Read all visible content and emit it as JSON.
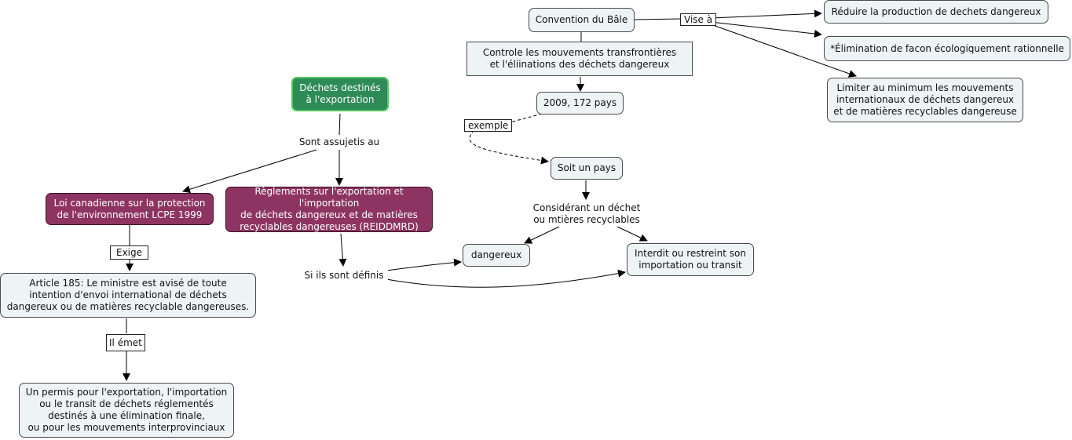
{
  "nodes": {
    "convention": "Convention du Bâle",
    "reduire": "Réduire la production de dechets dangereux",
    "elimination": "*Élimination de facon écologiquement rationnelle",
    "limiter": "Limiter au minimum les mouvements\ninternationaux de déchets dangereux\net de matières recyclables dangereuse",
    "controle": "Controle les mouvements transfrontières\net l'éliinations des déchets dangereux",
    "pays2009": "2009, 172 pays",
    "soit_pays": "Soit un pays",
    "dechets": "Déchets destinés\nà l'exportation",
    "loi": "Loi canadienne sur la protection\nde l'environnement LCPE 1999",
    "reglements": "Règlements sur l'exportation et l'importation\nde déchets dangereux et de matières\nrecyclables dangereuses (REIDDMRD)",
    "article185": "Article 185: Le ministre est avisé de toute\nintention d'envoi international de déchets\ndangereux ou de matières recyclable dangereuses.",
    "permis": "Un permis pour l'exportation, l'importation\nou le transit de déchets réglementés\ndestinés à une élimination finale,\nou pour les mouvements interprovinciaux",
    "dangereux": "dangereux",
    "interdit": "Interdit ou restreint son\nimportation ou transit"
  },
  "labels": {
    "sont_assujetis": "Sont assujetis au",
    "considerant": "Considérant un  déchet\nou mtières recyclables",
    "si_definis": "Si ils sont définis"
  },
  "tags": {
    "vise_a": "Vise à",
    "exemple": "exemple",
    "exige": "Exige",
    "il_emet": "Il émet"
  },
  "colors": {
    "light_node": "#eef3f6",
    "plum_node": "#8e3462",
    "green_node": "#2e8b57",
    "green_border": "#52c75a",
    "line": "#000000"
  }
}
